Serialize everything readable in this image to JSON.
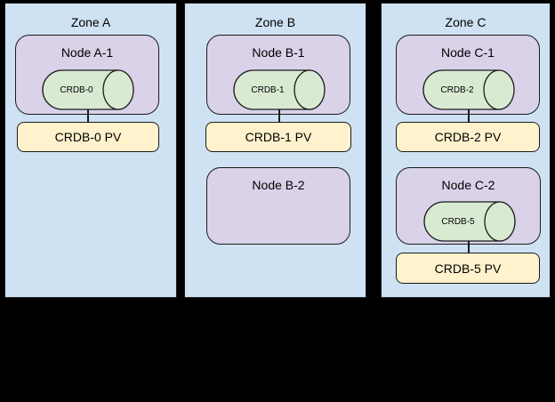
{
  "colors": {
    "canvas_bg": "#000000",
    "zone_fill": "#cfe2f3",
    "node_fill": "#d9d2e9",
    "cylinder_fill": "#d9ead3",
    "pv_fill": "#fff2cc",
    "border_color": "#1b1b1b",
    "text_color": "#000000"
  },
  "zones": [
    {
      "label": "Zone A",
      "node1": {
        "label": "Node A-1",
        "db_label": "CRDB-0"
      },
      "pv1": {
        "label": "CRDB-0 PV"
      }
    },
    {
      "label": "Zone B",
      "node1": {
        "label": "Node B-1",
        "db_label": "CRDB-1"
      },
      "pv1": {
        "label": "CRDB-1 PV"
      },
      "node2": {
        "label": "Node B-2"
      }
    },
    {
      "label": "Zone C",
      "node1": {
        "label": "Node C-1",
        "db_label": "CRDB-2"
      },
      "pv1": {
        "label": "CRDB-2 PV"
      },
      "node2": {
        "label": "Node C-2",
        "db_label": "CRDB-5"
      },
      "pv2": {
        "label": "CRDB-5 PV"
      }
    }
  ]
}
